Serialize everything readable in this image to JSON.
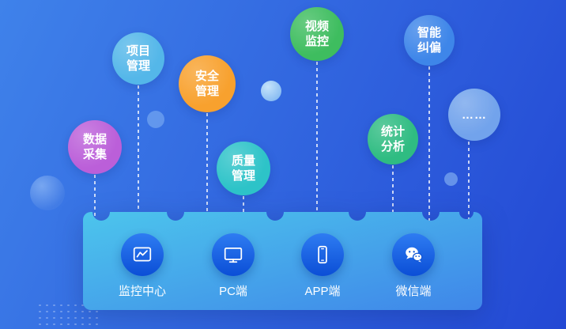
{
  "colors": {
    "bg-from": "#3f82ea",
    "bg-to": "#2348d4",
    "platform-from": "#4cc5ec",
    "platform-to": "#3f86e9",
    "station-circle-from": "#2e7cf2",
    "station-circle-to": "#0b4ed6",
    "tether-line": "rgba(255,255,255,0.75)",
    "label-text": "#ffffff"
  },
  "balloons": [
    {
      "name": "data-collection",
      "label": "数据采集",
      "line1": "数据",
      "line2": "采集",
      "color": "#bb5fd9"
    },
    {
      "name": "project-management",
      "label": "项目管理",
      "line1": "项目",
      "line2": "管理",
      "color": "#54b7e9"
    },
    {
      "name": "safety-management",
      "label": "安全管理",
      "line1": "安全",
      "line2": "管理",
      "color": "#f8a12e"
    },
    {
      "name": "quality-management",
      "label": "质量管理",
      "line1": "质量",
      "line2": "管理",
      "color": "#2dc3c8"
    },
    {
      "name": "video-monitoring",
      "label": "视频监控",
      "line1": "视频",
      "line2": "监控",
      "color": "#3ebd5f"
    },
    {
      "name": "statistical-analysis",
      "label": "统计分析",
      "line1": "统计",
      "line2": "分析",
      "color": "#2fbc82"
    },
    {
      "name": "intelligent-correction",
      "label": "智能纠偏",
      "line1": "智能",
      "line2": "纠偏",
      "color": "#3e86e9"
    },
    {
      "name": "more",
      "label": "……",
      "line1": "……",
      "line2": "",
      "color": "rgba(133,183,240,0.8)"
    }
  ],
  "platform": {
    "stations": [
      {
        "name": "monitoring-center",
        "label": "监控中心",
        "icon": "line-chart-screen-icon"
      },
      {
        "name": "pc",
        "label": "PC端",
        "icon": "desktop-monitor-icon"
      },
      {
        "name": "app",
        "label": "APP端",
        "icon": "smartphone-icon"
      },
      {
        "name": "wechat",
        "label": "微信端",
        "icon": "wechat-icon"
      }
    ]
  }
}
